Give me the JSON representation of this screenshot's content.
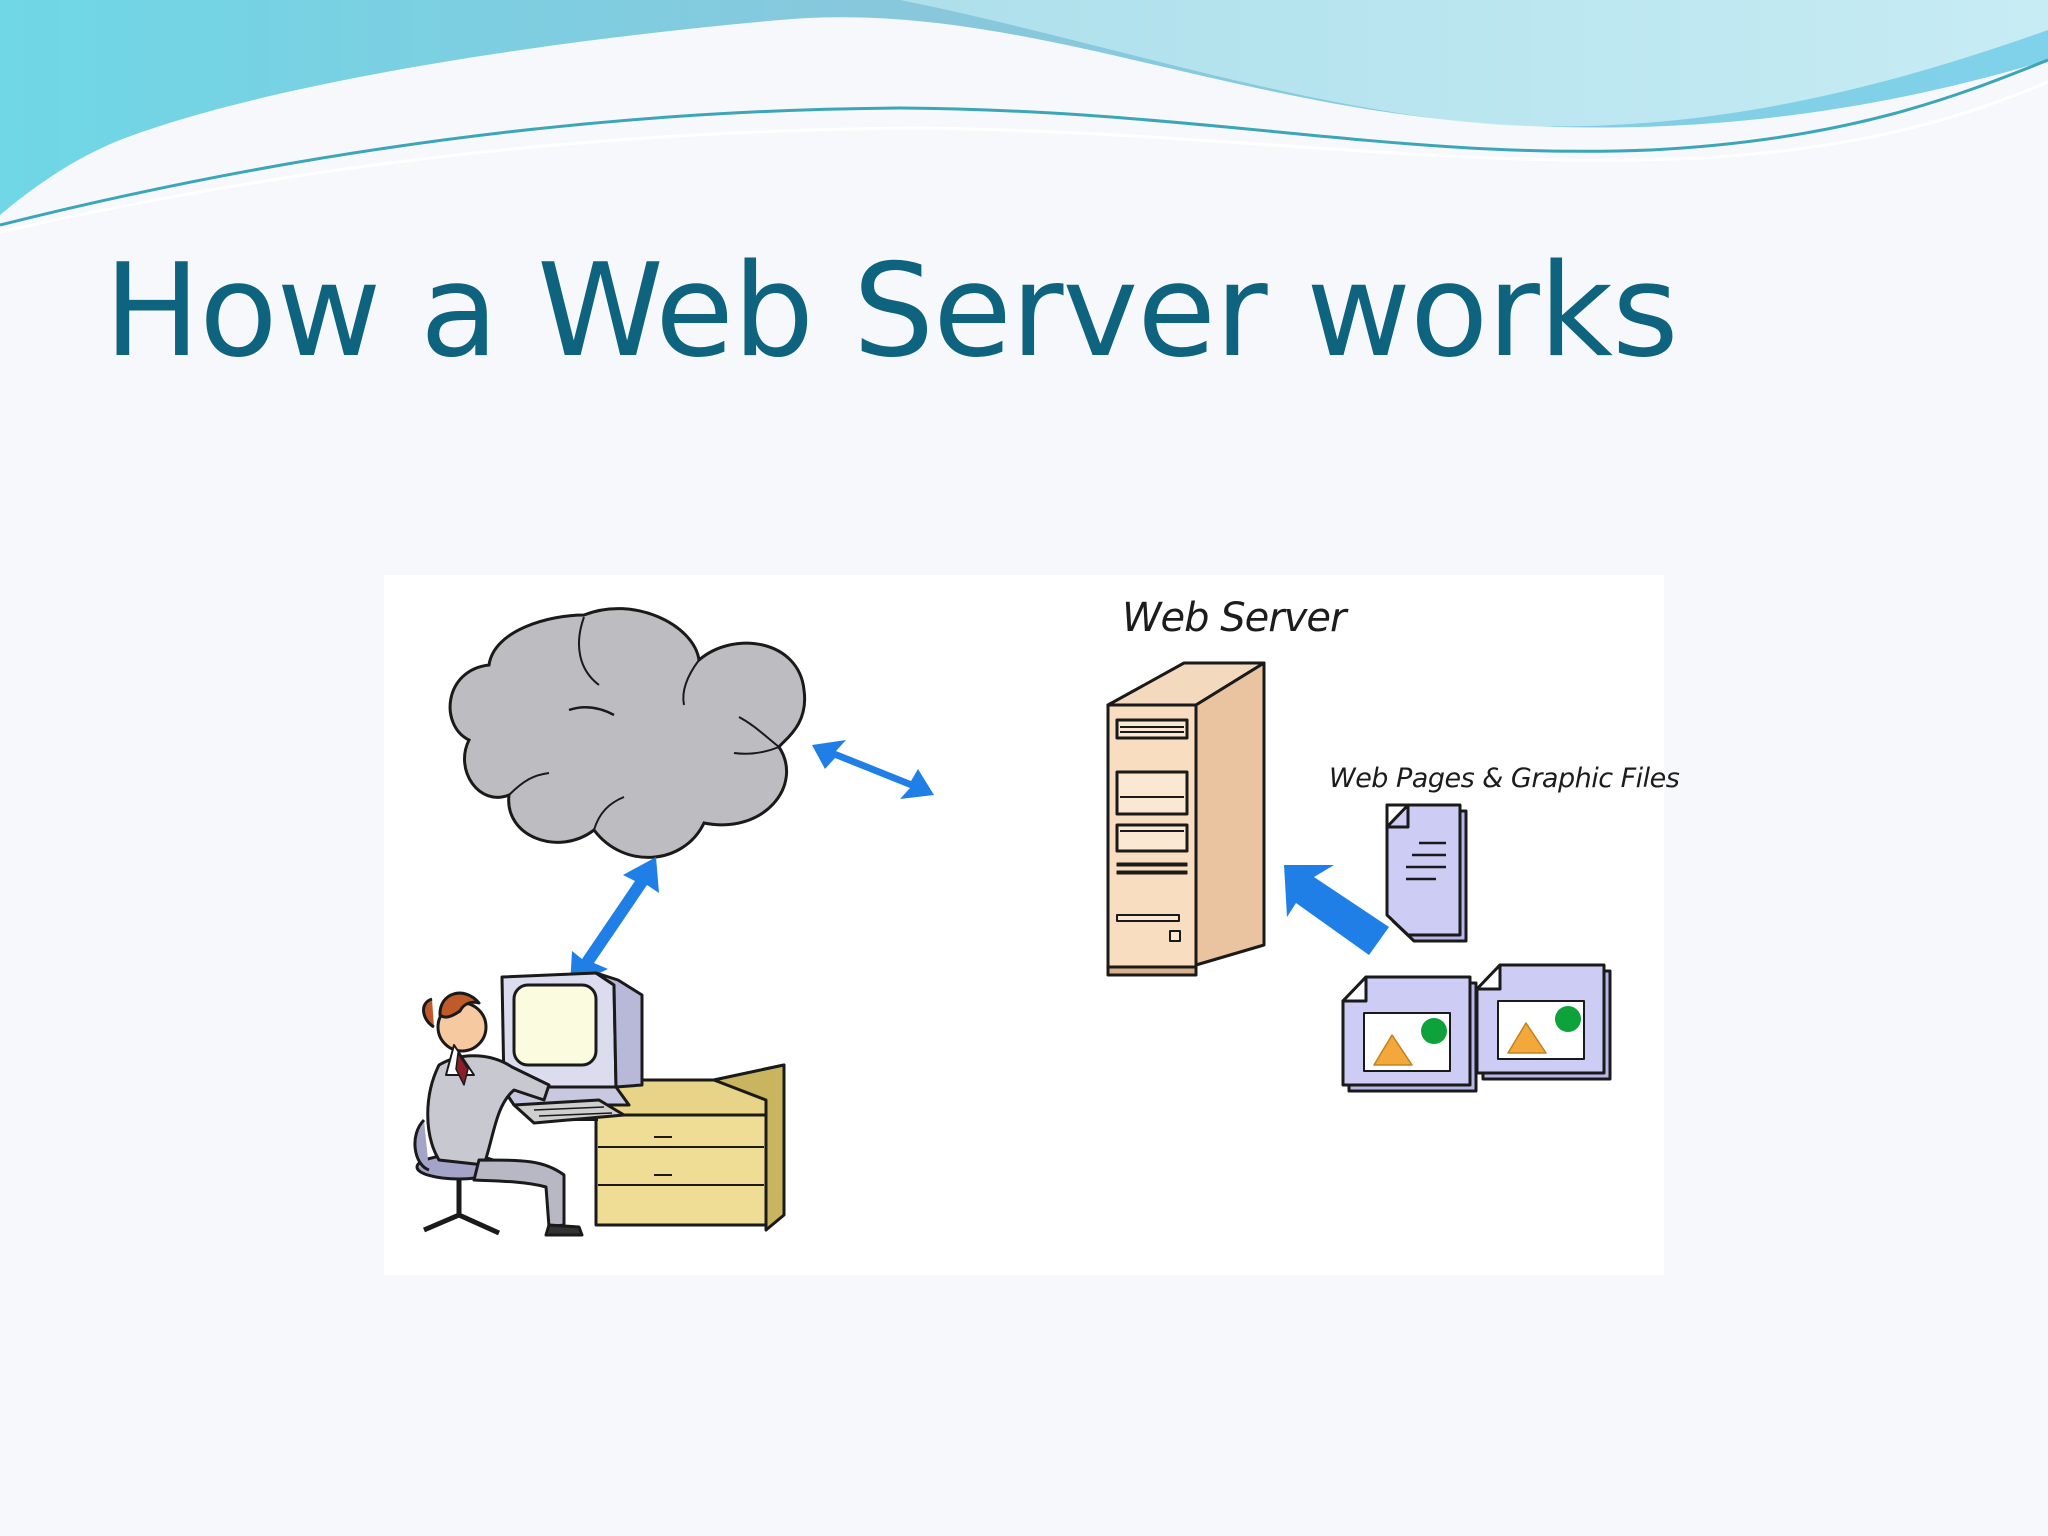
{
  "slide": {
    "title": "How a Web Server works"
  },
  "diagram": {
    "server_label": "Web Server",
    "files_label": "Web Pages & Graphic Files",
    "icons": [
      "internet-cloud-icon",
      "web-server-tower-icon",
      "web-page-document-icon",
      "graphic-file-icon",
      "user-at-computer-icon",
      "bidirectional-arrow-icon",
      "arrow-icon"
    ]
  },
  "colors": {
    "title": "#0e637e",
    "arrow": "#1f7fe6",
    "cloud": "#bdbdc1",
    "server": "#f8ddc0",
    "document": "#ccccf5",
    "desk": "#e8d488",
    "header_wave": "#7ccfe0"
  }
}
